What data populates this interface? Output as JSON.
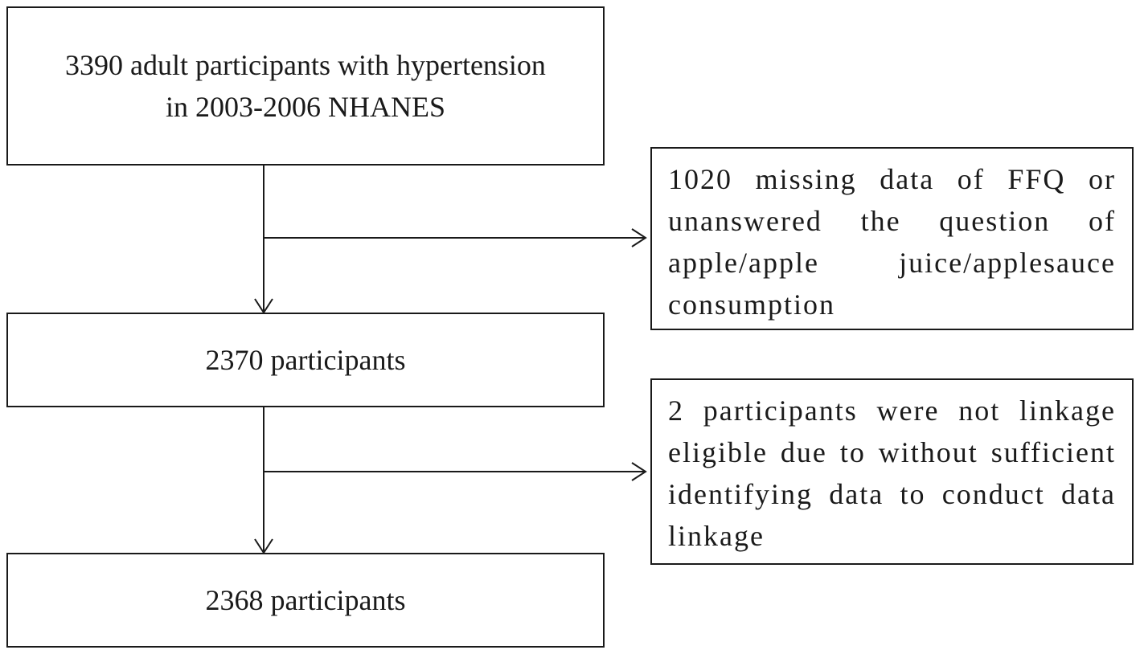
{
  "flowchart": {
    "main_boxes": [
      {
        "text": "3390 adult participants with hypertension\nin 2003-2006 NHANES"
      },
      {
        "text": "2370 participants"
      },
      {
        "text": "2368 participants"
      }
    ],
    "exclusion_boxes": [
      {
        "text": "1020 missing data of FFQ or unanswered the question of apple/apple juice/applesauce consumption"
      },
      {
        "text": "2 participants were not linkage eligible due to without sufficient identifying data to conduct data linkage"
      }
    ]
  },
  "colors": {
    "line": "#1a1a1a",
    "background": "#ffffff"
  }
}
